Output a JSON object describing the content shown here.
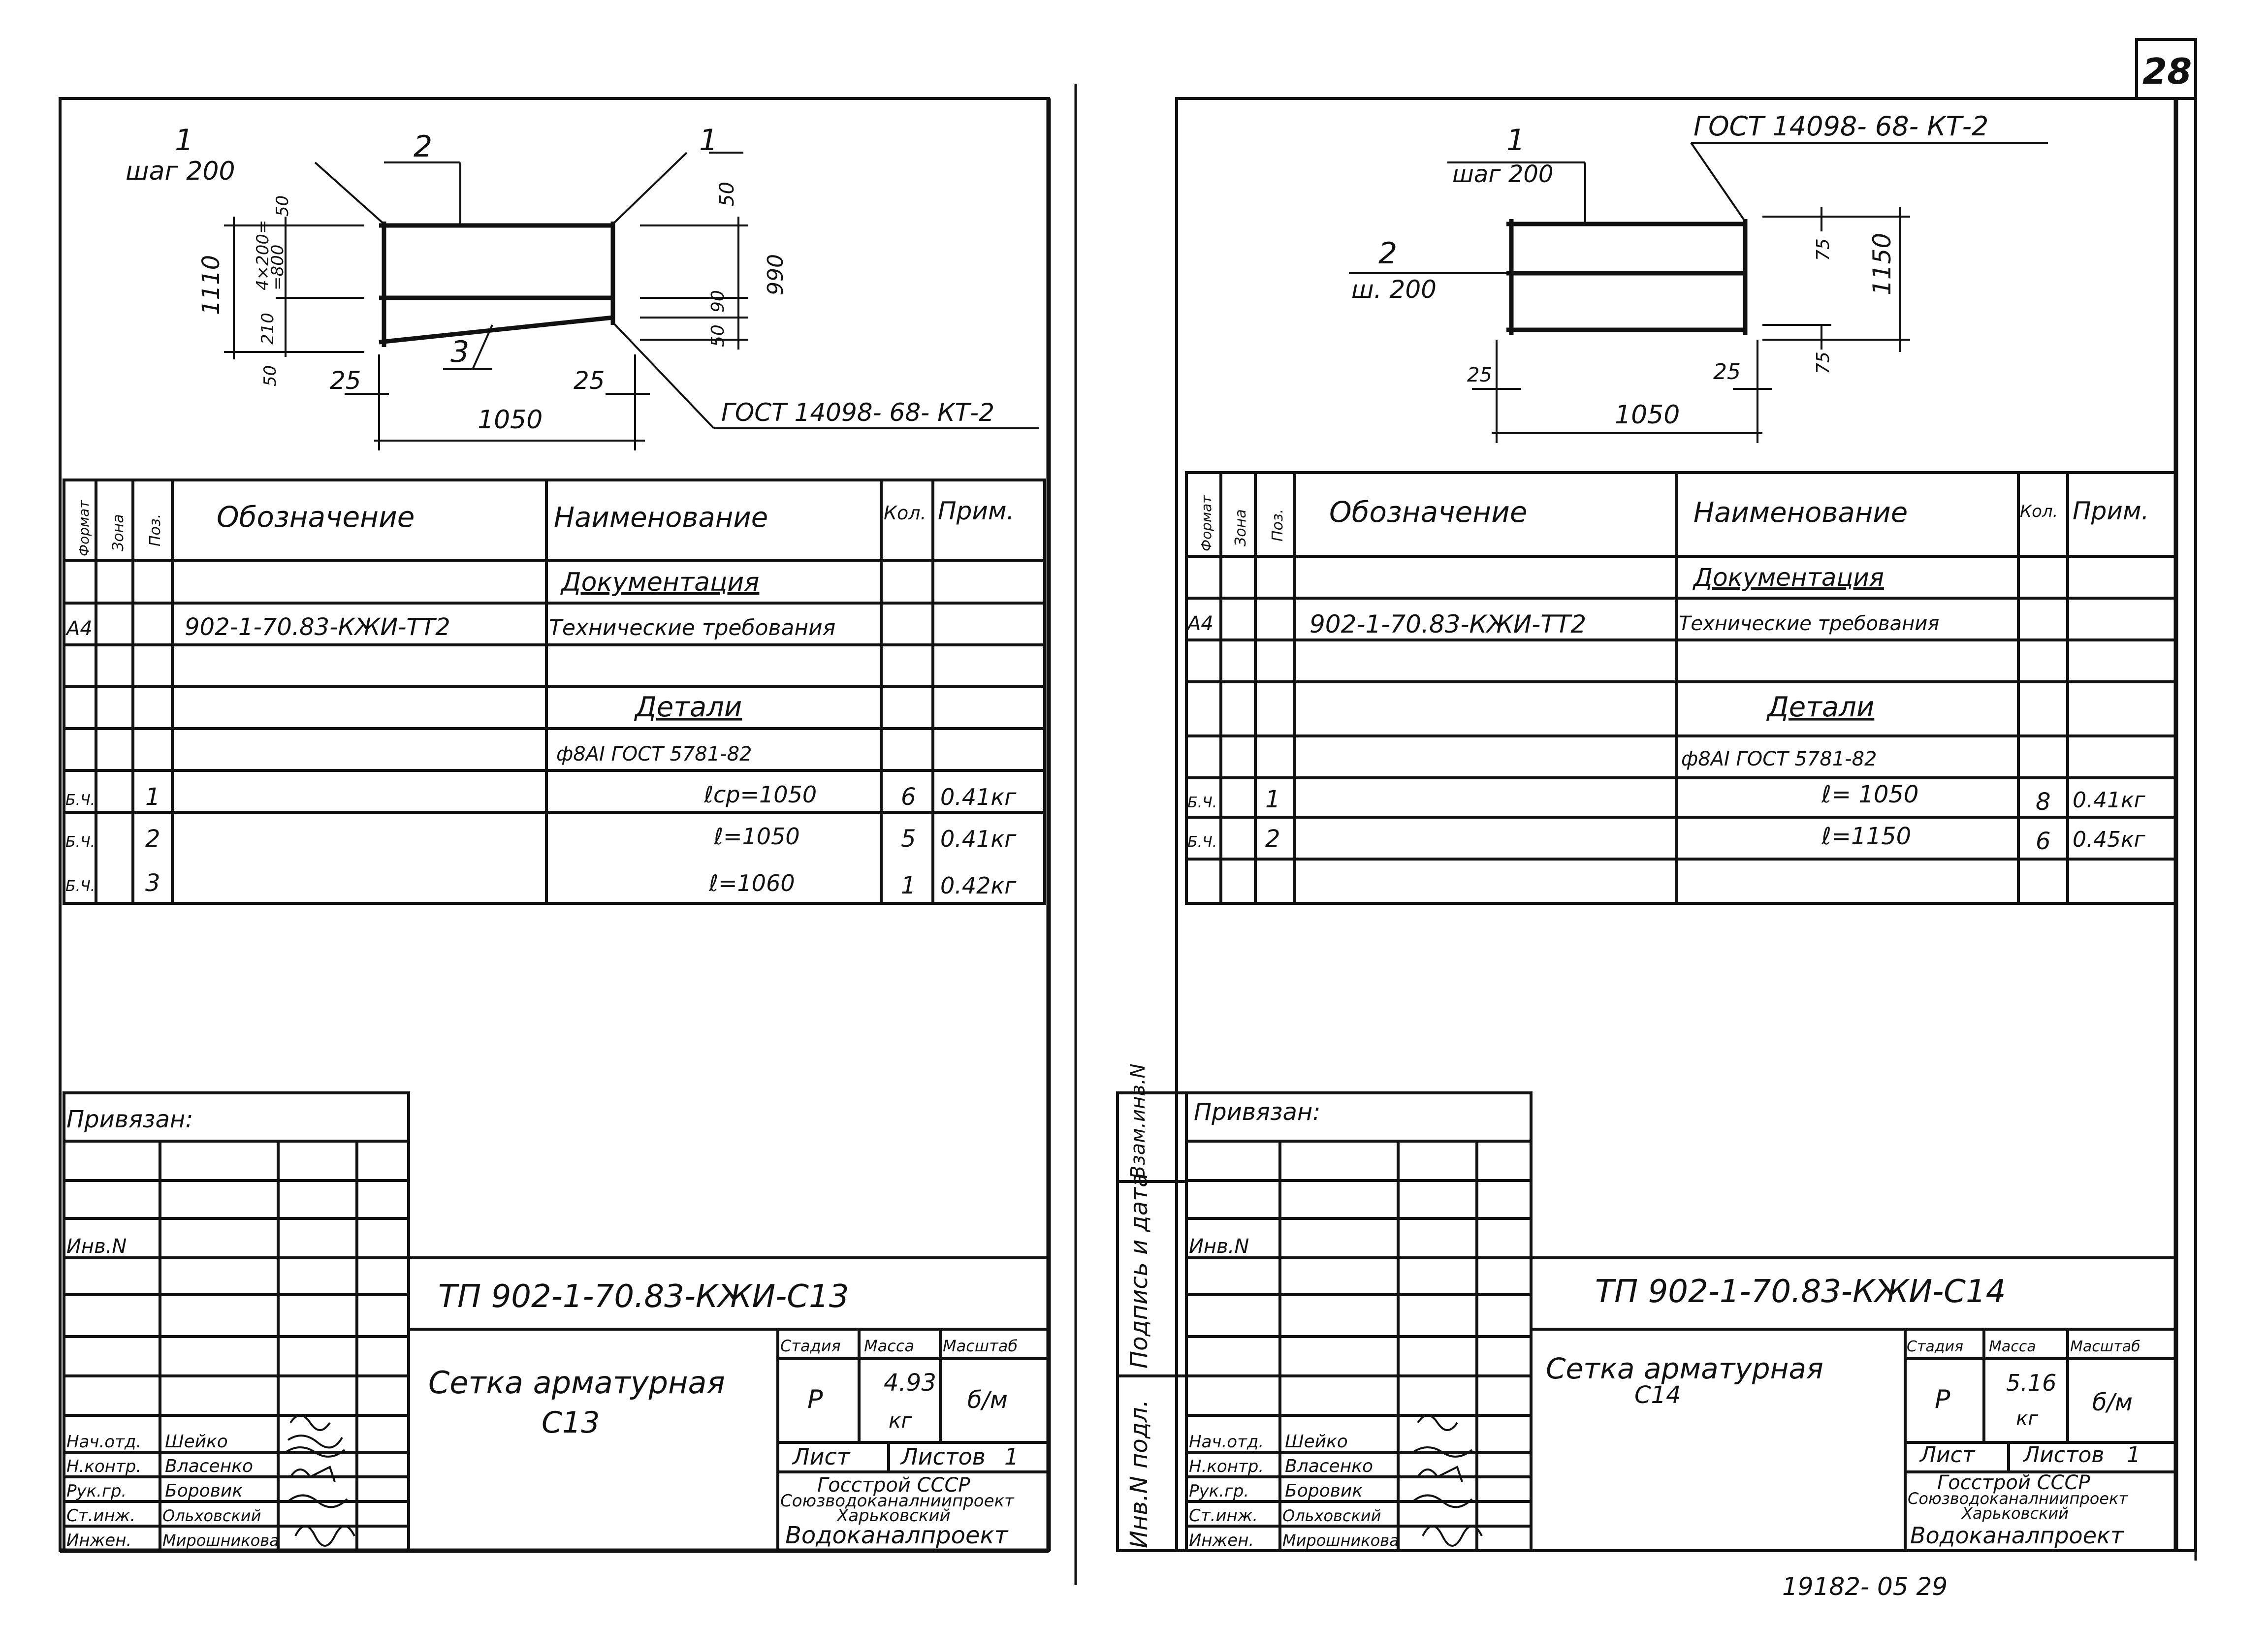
{
  "page_number": "28",
  "archive_number": "19182- 05   29",
  "left": {
    "drawing": {
      "label_1a": "1",
      "step_1a": "шаг 200",
      "label_2": "2",
      "label_1b": "1",
      "label_3": "3",
      "dim_1110": "1110",
      "dim_4x200": "4×200=",
      "dim_800": "=800",
      "dim_210": "210",
      "dim_50_top": "50",
      "dim_50_bot": "50",
      "dim_50_r1": "50",
      "dim_50_r2": "50",
      "dim_90": "90",
      "dim_990": "990",
      "dim_25a": "25",
      "dim_25b": "25",
      "dim_1050": "1050",
      "gost": "ГОСТ 14098- 68- КТ-2"
    },
    "spec": {
      "headers": {
        "format": "Формат",
        "zone": "Зона",
        "pos": "Поз.",
        "designation": "Обозначение",
        "name": "Наименование",
        "qty": "Кол.",
        "note": "Прим."
      },
      "section_docs": "Документация",
      "doc_format": "А4",
      "doc_designation": "902-1-70.83-КЖИ-ТТ2",
      "doc_name": "Технические требования",
      "section_parts": "Детали",
      "steel": "ф8АI ГОСТ 5781-82",
      "rows": [
        {
          "format": "Б.Ч.",
          "pos": "1",
          "name": "ℓср=1050",
          "qty": "6",
          "note": "0.41кг"
        },
        {
          "format": "Б.Ч.",
          "pos": "2",
          "name": "ℓ=1050",
          "qty": "5",
          "note": "0.41кг"
        },
        {
          "format": "Б.Ч.",
          "pos": "3",
          "name": "ℓ=1060",
          "qty": "1",
          "note": "0.42кг"
        }
      ]
    },
    "stamp": {
      "privyazan": "Привязан:",
      "inv": "Инв.N",
      "code": "ТП 902-1-70.83-КЖИ-С13",
      "title_line1": "Сетка арматурная",
      "title_line2": "С13",
      "stadia_h": "Стадия",
      "massa_h": "Масса",
      "masshtab_h": "Масштаб",
      "stadia": "Р",
      "massa": "4.93",
      "massa_unit": "кг",
      "masshtab": "б/м",
      "list_h": "Лист",
      "listov_h": "Листов",
      "listov": "1",
      "org1": "Госстрой СССР",
      "org2": "Союзводоканалниипроект",
      "org3": "Харьковский",
      "org4": "Водоканалпроект",
      "signers": [
        {
          "role": "Нач.отд.",
          "name": "Шейко"
        },
        {
          "role": "Н.контр.",
          "name": "Власенко"
        },
        {
          "role": "Рук.гр.",
          "name": "Боровик"
        },
        {
          "role": "Ст.инж.",
          "name": "Ольховский"
        },
        {
          "role": "Инжен.",
          "name": "Мирошникова"
        }
      ]
    }
  },
  "right": {
    "drawing": {
      "gost": "ГОСТ 14098- 68- КТ-2",
      "label_1": "1",
      "step_1": "шаг 200",
      "label_2": "2",
      "step_2": "ш. 200",
      "dim_75a": "75",
      "dim_75b": "75",
      "dim_1150": "1150",
      "dim_25a": "25",
      "dim_25b": "25",
      "dim_1050": "1050"
    },
    "spec": {
      "headers": {
        "format": "Формат",
        "zone": "Зона",
        "pos": "Поз.",
        "designation": "Обозначение",
        "name": "Наименование",
        "qty": "Кол.",
        "note": "Прим."
      },
      "section_docs": "Документация",
      "doc_format": "А4",
      "doc_designation": "902-1-70.83-КЖИ-ТТ2",
      "doc_name": "Технические требования",
      "section_parts": "Детали",
      "steel": "ф8АI ГОСТ 5781-82",
      "rows": [
        {
          "format": "Б.Ч.",
          "pos": "1",
          "name": "ℓ= 1050",
          "qty": "8",
          "note": "0.41кг"
        },
        {
          "format": "Б.Ч.",
          "pos": "2",
          "name": "ℓ=1150",
          "qty": "6",
          "note": "0.45кг"
        }
      ]
    },
    "stamp": {
      "privyazan": "Привязан:",
      "inv": "Инв.N",
      "side_label_1": "Взам.инв.N",
      "side_label_2": "Подпись и дата",
      "side_label_3": "Инв.N подл.",
      "code": "ТП 902-1-70.83-КЖИ-С14",
      "title_line1": "Сетка арматурная",
      "title_line2": "С14",
      "stadia_h": "Стадия",
      "massa_h": "Масса",
      "masshtab_h": "Масштаб",
      "stadia": "Р",
      "massa": "5.16",
      "massa_unit": "кг",
      "masshtab": "б/м",
      "list_h": "Лист",
      "listov_h": "Листов",
      "listov": "1",
      "org1": "Госстрой СССР",
      "org2": "Союзводоканалниипроект",
      "org3": "Харьковский",
      "org4": "Водоканалпроект",
      "signers": [
        {
          "role": "Нач.отд.",
          "name": "Шейко"
        },
        {
          "role": "Н.контр.",
          "name": "Власенко"
        },
        {
          "role": "Рук.гр.",
          "name": "Боровик"
        },
        {
          "role": "Ст.инж.",
          "name": "Ольховский"
        },
        {
          "role": "Инжен.",
          "name": "Мирошникова"
        }
      ]
    }
  }
}
